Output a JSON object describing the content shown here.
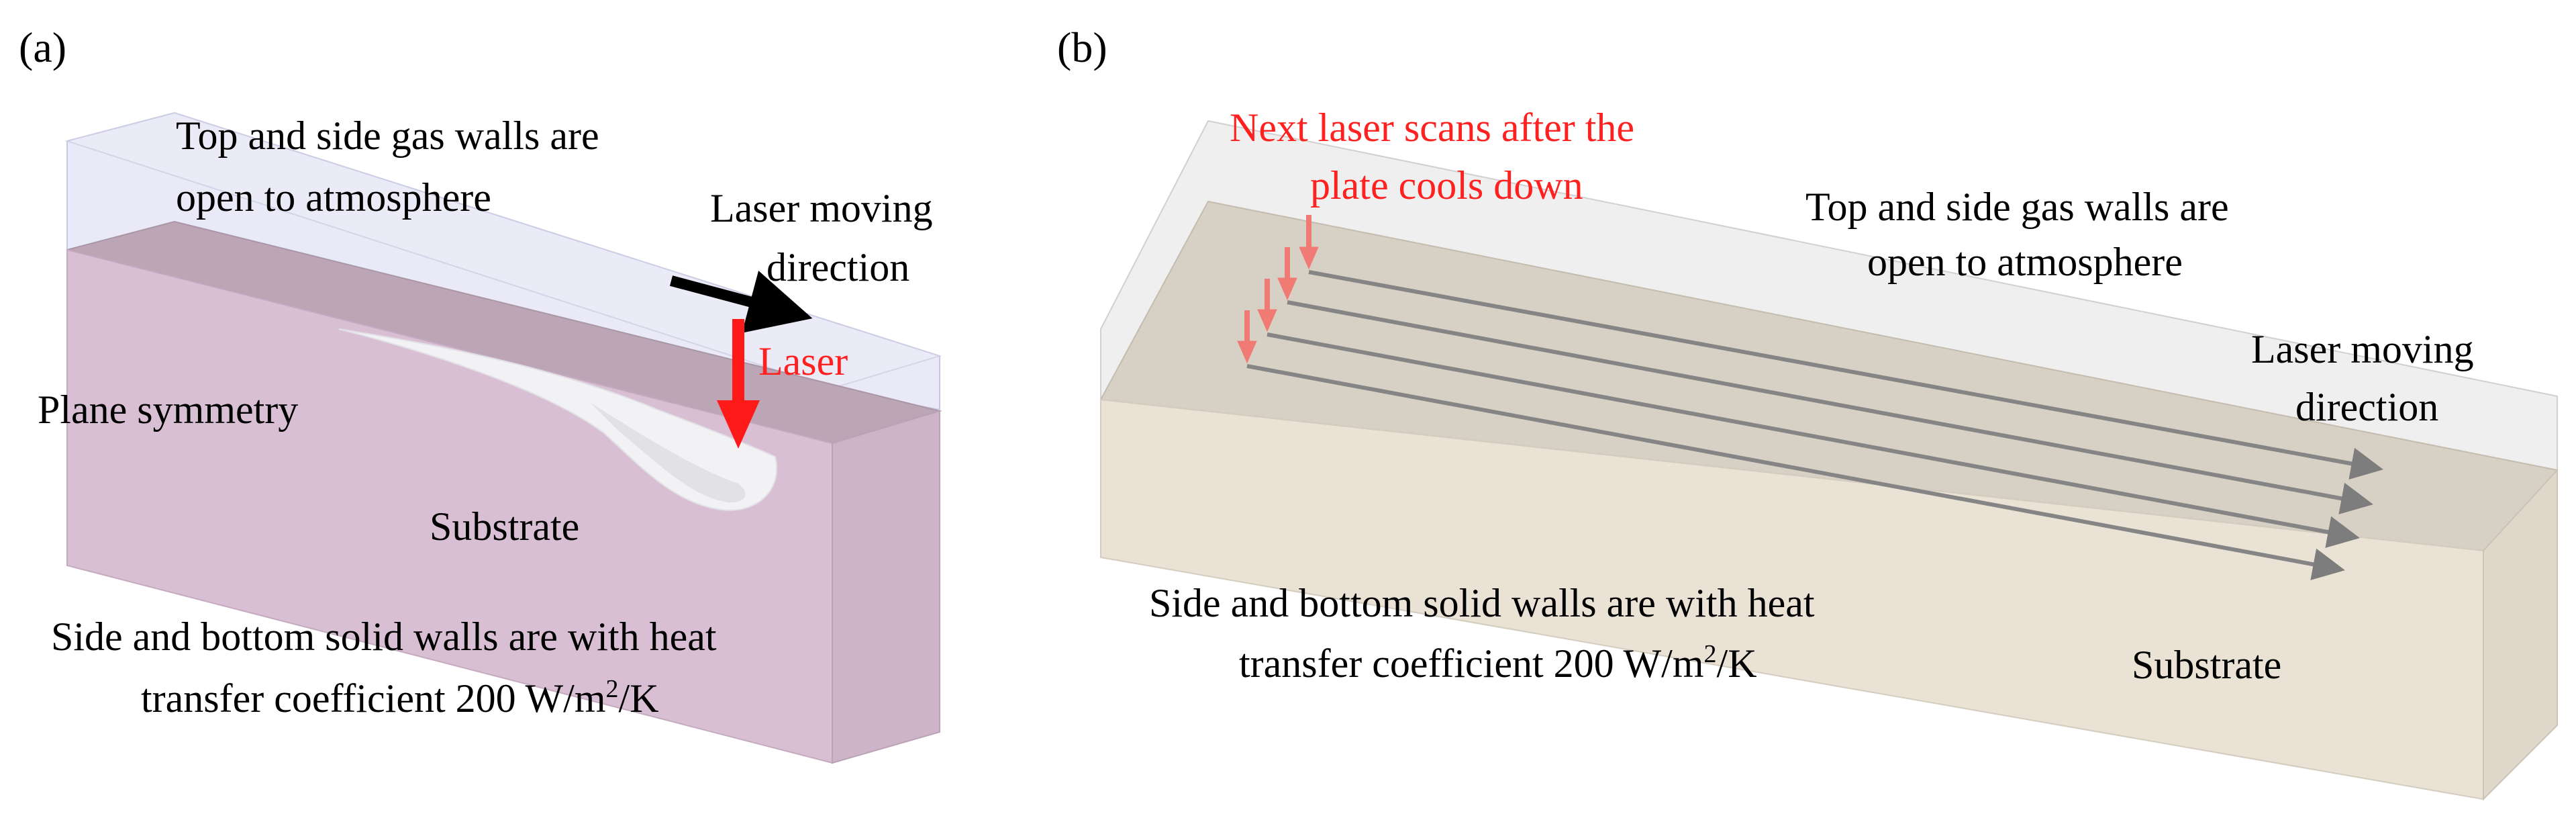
{
  "panel_a": {
    "tag": "(a)",
    "top_walls_line1": "Top and side gas walls are",
    "top_walls_line2": "open to atmosphere",
    "laser_dir_line1": "Laser moving",
    "laser_dir_line2": "direction",
    "laser": "Laser",
    "plane_symmetry": "Plane symmetry",
    "substrate": "Substrate",
    "solid_walls_line1": "Side and bottom solid walls are with heat",
    "solid_walls_line2_pre": "transfer coefficient 200 W/m",
    "solid_walls_line2_sup": "2",
    "solid_walls_line2_post": "/K"
  },
  "panel_b": {
    "tag": "(b)",
    "next_scans_line1": "Next laser scans after the",
    "next_scans_line2": "plate cools down",
    "top_walls_line1": "Top and side gas walls are",
    "top_walls_line2": "open to atmosphere",
    "laser_dir_line1": "Laser moving",
    "laser_dir_line2": "direction",
    "solid_walls_line1": "Side and bottom solid walls are with heat",
    "solid_walls_line2_pre": "transfer coefficient 200 W/m",
    "solid_walls_line2_sup": "2",
    "solid_walls_line2_post": "/K",
    "substrate": "Substrate"
  },
  "colors": {
    "gas_box": "#e6e6f6",
    "substrate_a": "#d6bcd2",
    "substrate_b": "#e8e0d2",
    "laser_arrow": "#ff1a1a",
    "scan_arrow": "#f07a74",
    "track_line": "#8a8a8a",
    "highlight_text": "#ff2020"
  }
}
